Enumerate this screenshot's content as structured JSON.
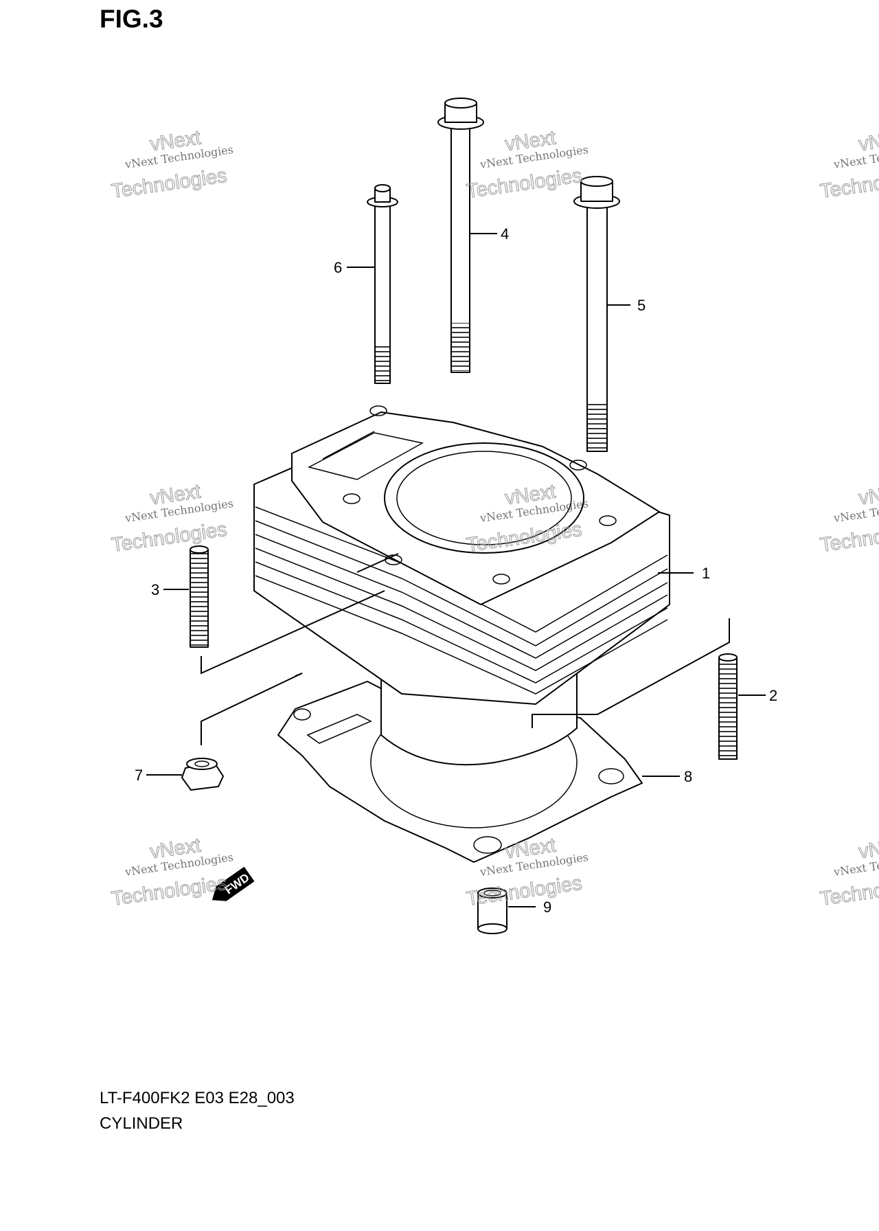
{
  "figure": {
    "title": "FIG.3",
    "model_code": "LT-F400FK2 E03 E28_003",
    "caption": "CYLINDER"
  },
  "callouts": [
    "1",
    "2",
    "3",
    "4",
    "5",
    "6",
    "7",
    "8",
    "9"
  ],
  "direction_badge": "FWD",
  "watermark": {
    "line1": "vNext Technologies",
    "line2": "vNext",
    "line3": "Technologies"
  }
}
